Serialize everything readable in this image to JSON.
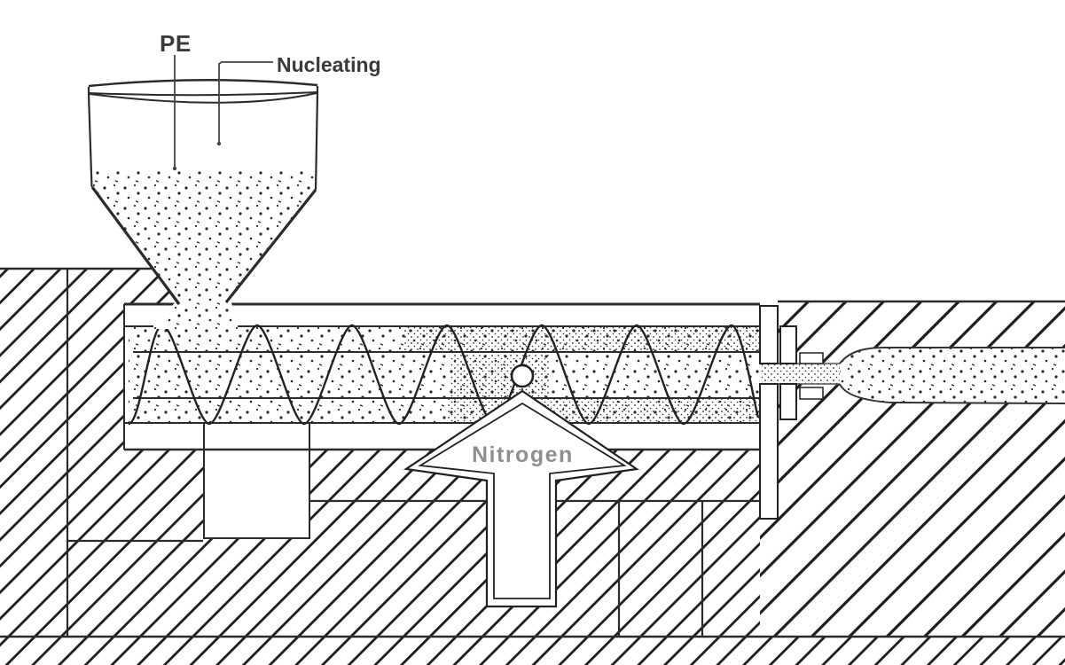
{
  "diagram": {
    "description": "Cross-section schematic of a single-screw extruder foaming process",
    "labels": {
      "pe": "PE",
      "nucleating": "Nucleating",
      "nitrogen": "Nitrogen"
    },
    "colors": {
      "background": "#ffffff",
      "line": "#222222",
      "hatch": "#1c1c1c",
      "label_text": "#3a3a3a",
      "nitrogen_text": "#8f8f8f",
      "dots": "#2a2a2a"
    }
  }
}
